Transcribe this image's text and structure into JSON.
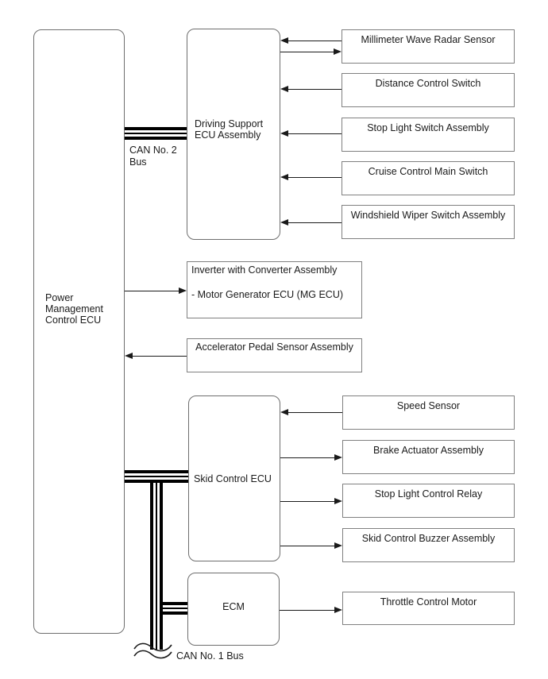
{
  "nodes": {
    "power_ecu": "Power Management Control ECU",
    "driving_support_ecu": "Driving Support ECU Assembly",
    "skid_control_ecu": "Skid Control ECU",
    "ecm": "ECM",
    "inverter_line1": "Inverter with Converter Assembly",
    "inverter_line2": "- Motor Generator ECU (MG ECU)",
    "accelerator": "Accelerator Pedal Sensor Assembly",
    "throttle": "Throttle Control Motor"
  },
  "peripherals_top": [
    "Millimeter Wave Radar Sensor",
    "Distance Control Switch",
    "Stop Light Switch Assembly",
    "Cruise Control Main Switch",
    "Windshield Wiper Switch Assembly"
  ],
  "peripherals_skid": [
    "Speed Sensor",
    "Brake Actuator Assembly",
    "Stop Light Control Relay",
    "Skid Control Buzzer Assembly"
  ],
  "bus": {
    "can2_line1": "CAN No. 2",
    "can2_line2": "Bus",
    "can1": "CAN No. 1 Bus"
  },
  "colors": {
    "line": "#1a1a1a",
    "bus": "#000000",
    "box_border": "#808080",
    "background": "#ffffff"
  }
}
